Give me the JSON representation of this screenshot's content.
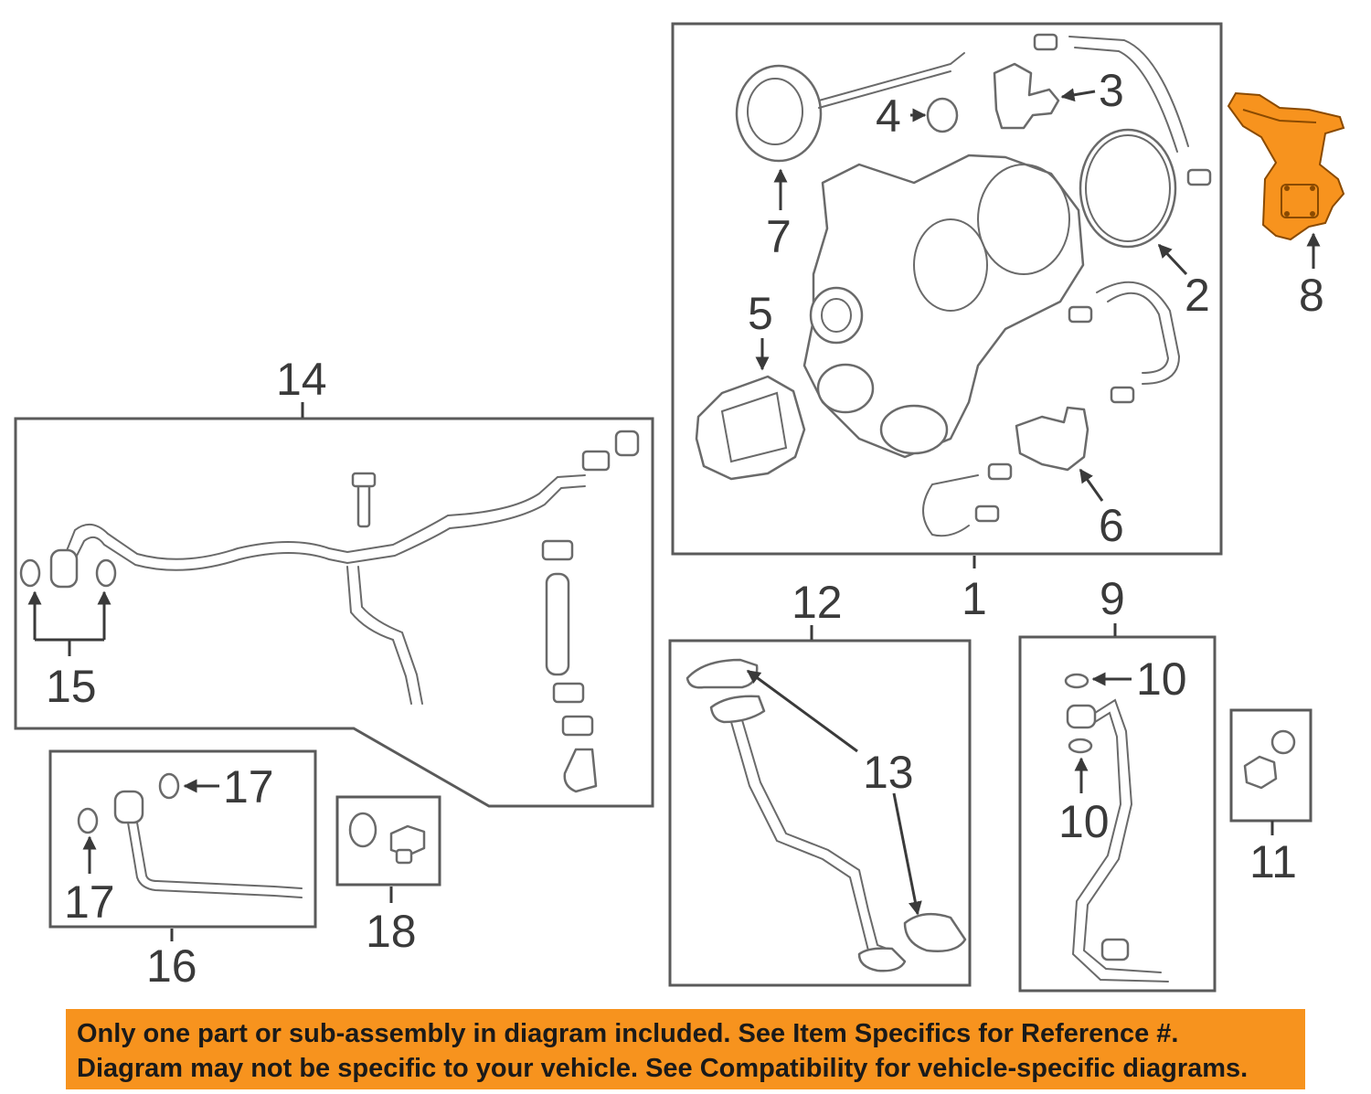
{
  "callouts": {
    "c1": "1",
    "c2": "2",
    "c3": "3",
    "c4": "4",
    "c5": "5",
    "c6": "6",
    "c7": "7",
    "c8": "8",
    "c9": "9",
    "c10a": "10",
    "c10b": "10",
    "c11": "11",
    "c12": "12",
    "c13": "13",
    "c14": "14",
    "c15": "15",
    "c16": "16",
    "c17a": "17",
    "c17b": "17",
    "c18": "18"
  },
  "notice": {
    "line1": "Only one part or sub-assembly in diagram included. See Item Specifics for Reference #.",
    "line2": "Diagram may not be specific to your vehicle. See Compatibility for vehicle-specific diagrams."
  },
  "colors": {
    "highlight": "#f7931e",
    "line": "#6a6a6a",
    "text": "#3a3a3a"
  },
  "highlighted_part": "8"
}
